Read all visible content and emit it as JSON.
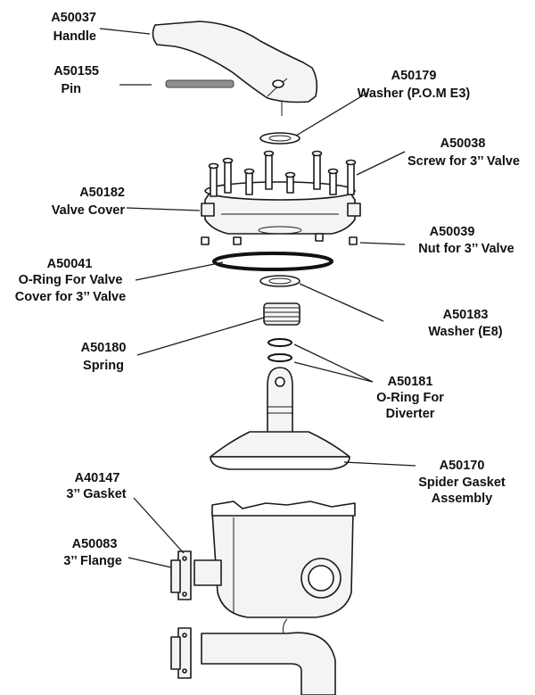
{
  "callouts": [
    {
      "code": "A50037",
      "name": "Handle"
    },
    {
      "code": "A50155",
      "name": "Pin"
    },
    {
      "code": "A50179",
      "name": "Washer (P.O.M E3)"
    },
    {
      "code": "A50038",
      "name": "Screw for 3’’ Valve"
    },
    {
      "code": "A50182",
      "name": "Valve Cover"
    },
    {
      "code": "A50039",
      "name": "Nut for 3’’ Valve"
    },
    {
      "code": "A50041",
      "name": "O-Ring For Valve",
      "name2": "Cover for 3’’ Valve"
    },
    {
      "code": "A50183",
      "name": "Washer (E8)"
    },
    {
      "code": "A50180",
      "name": "Spring"
    },
    {
      "code": "A50181",
      "name": "O-Ring For",
      "name2": "Diverter"
    },
    {
      "code": "A50170",
      "name": "Spider Gasket",
      "name2": "Assembly"
    },
    {
      "code": "A40147",
      "name": "3’’ Gasket"
    },
    {
      "code": "A50083",
      "name": "3’’ Flange"
    }
  ]
}
